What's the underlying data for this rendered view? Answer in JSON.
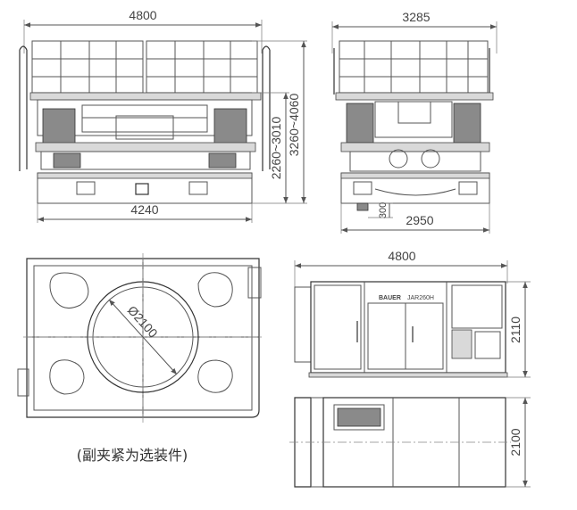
{
  "front_view": {
    "width_top": "4800",
    "width_bottom": "4240",
    "height_total": "3260~4060",
    "height_inner": "2260~3010"
  },
  "side_view": {
    "width_top": "3285",
    "width_bottom": "2950",
    "stroke": "300"
  },
  "plan_view": {
    "diameter": "Ø2100",
    "note": "(副夹紧为选装件)"
  },
  "power_unit_front": {
    "length": "4800",
    "height": "2110",
    "label_brand": "BAUER",
    "label_model": "JAR260H"
  },
  "power_unit_top": {
    "width": "2100"
  }
}
